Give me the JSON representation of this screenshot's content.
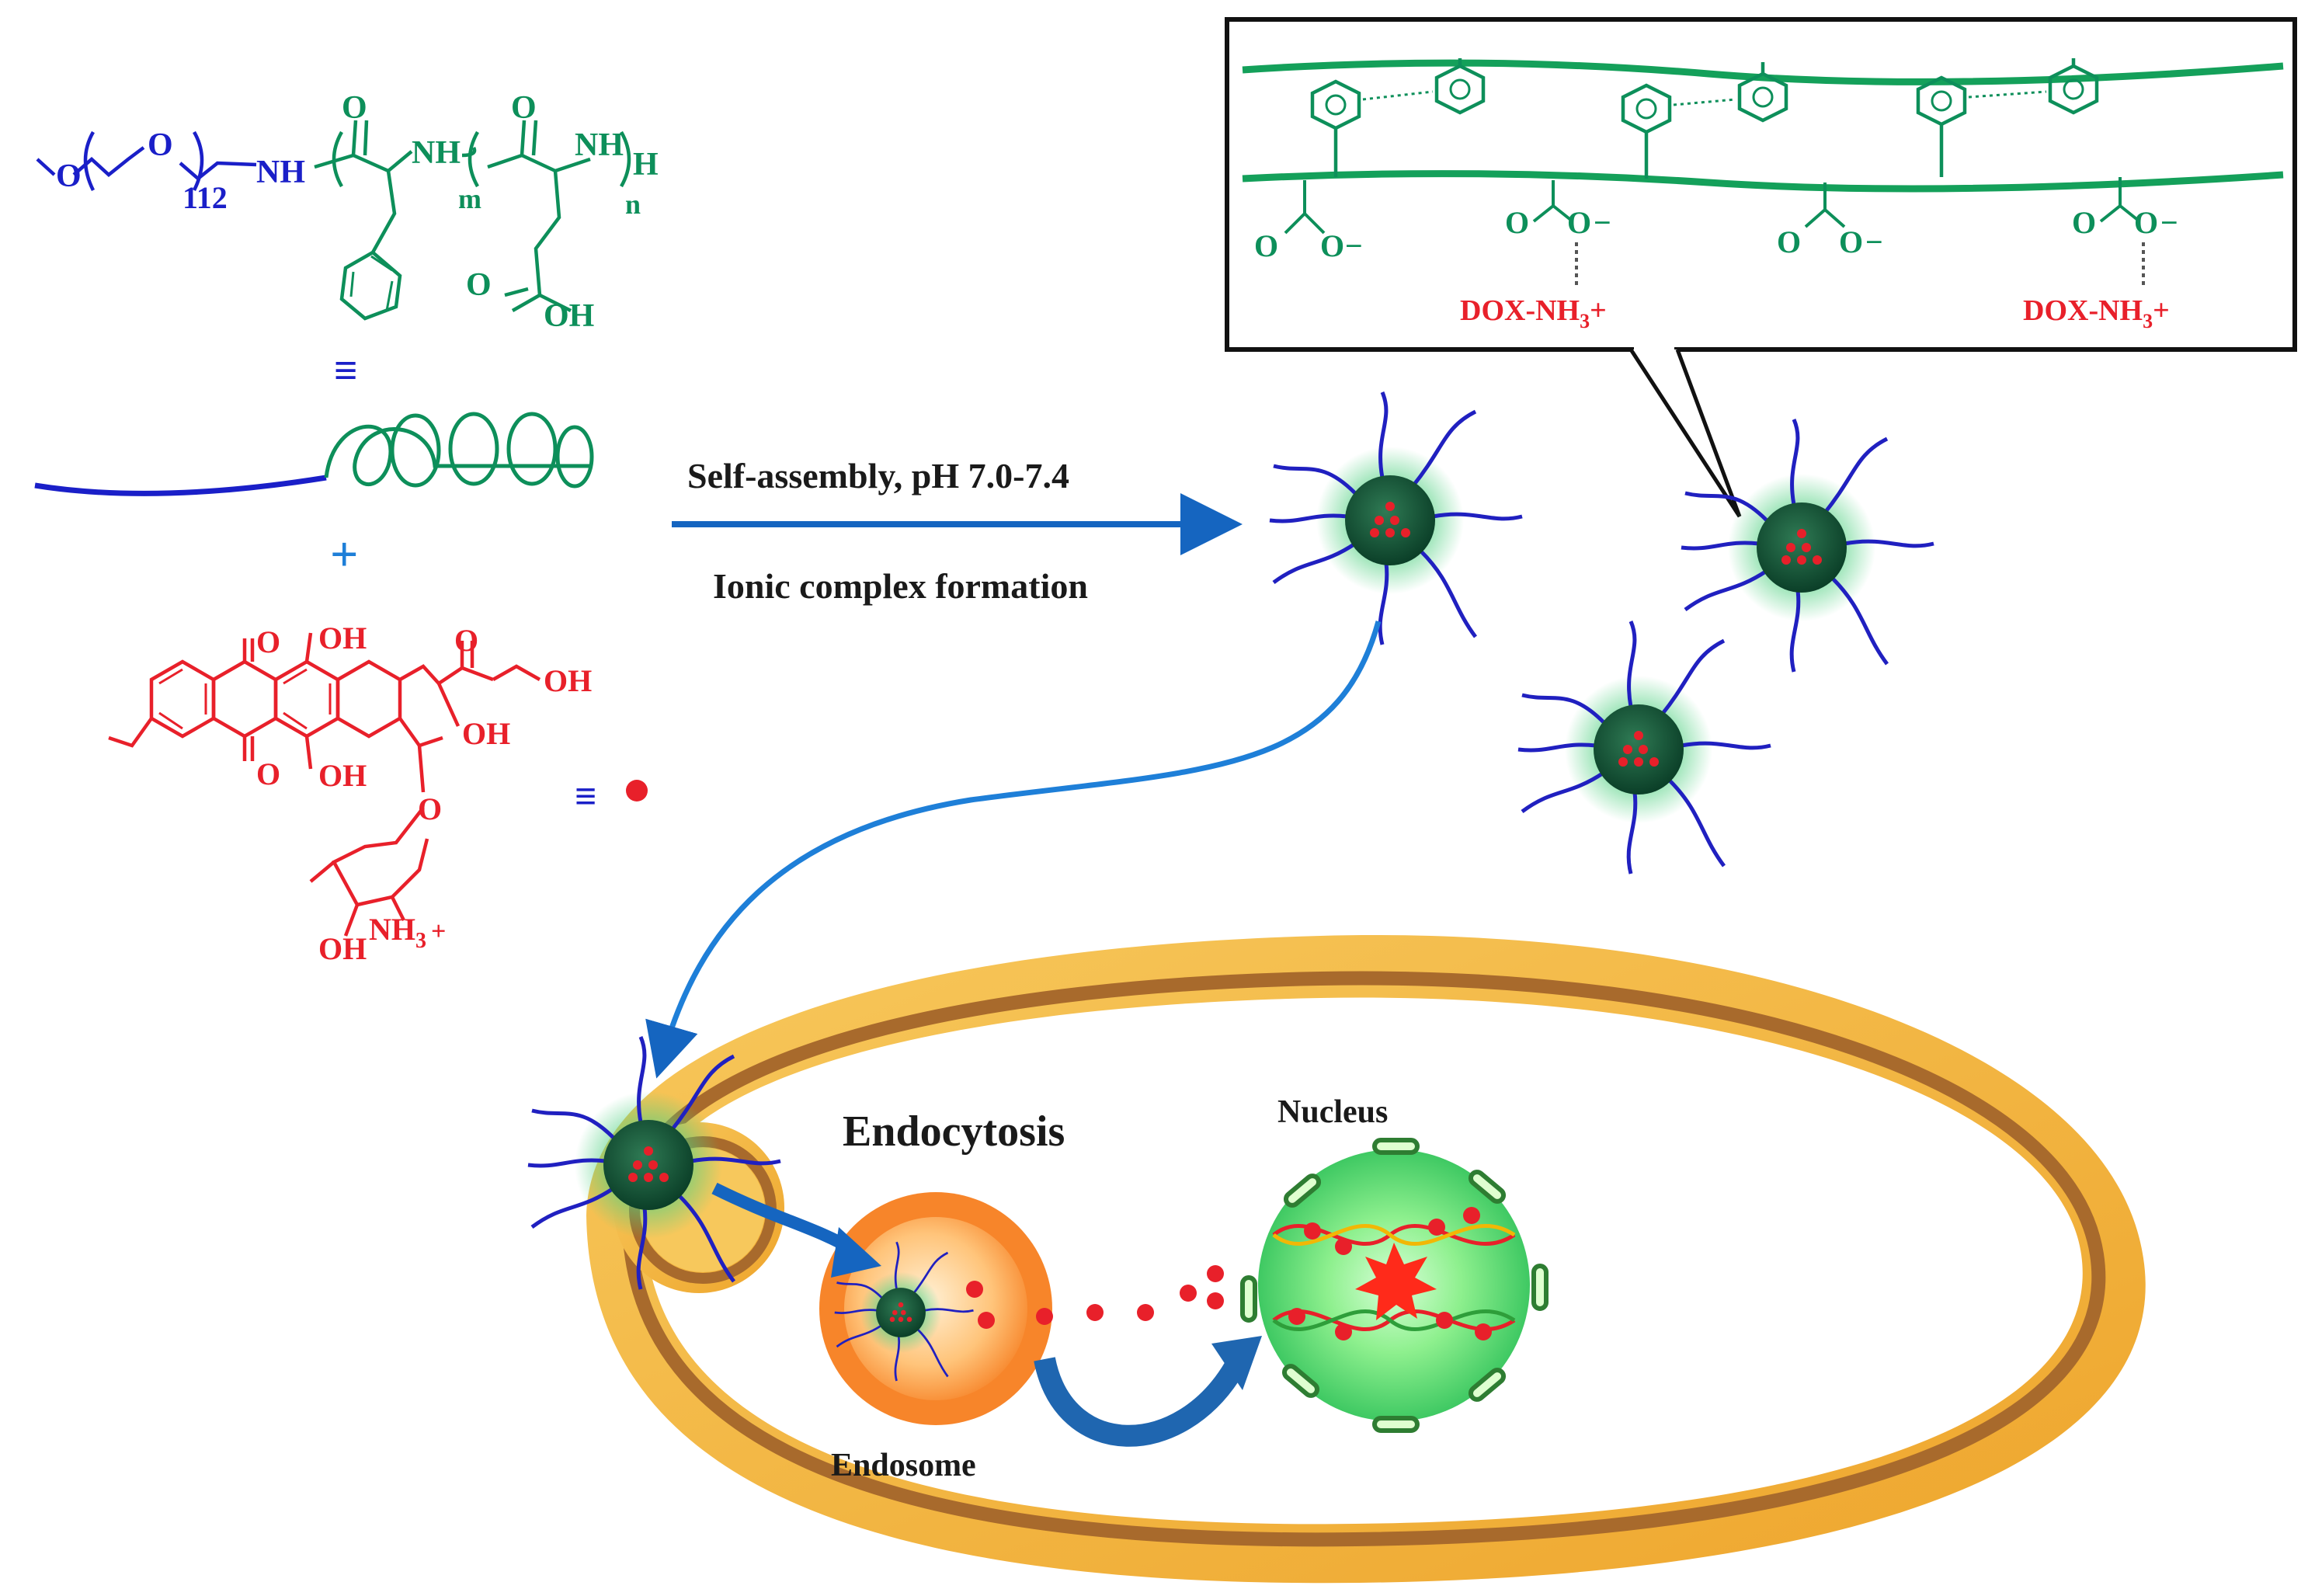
{
  "peg_block": {
    "methoxy_o": "O",
    "chain_o": "O",
    "repeat": "112",
    "nh": "NH"
  },
  "peptide_block": {
    "carbonyl_o1": "O",
    "nh_mid": "NH",
    "m": "m",
    "carbonyl_o2": "O",
    "nh_end": "NH",
    "h_end": "H",
    "n": "n",
    "cooh_o": "O",
    "cooh_oh": "OH",
    "equiv": "≡"
  },
  "plus": "+",
  "dox": {
    "o_top": "O",
    "oh_top": "OH",
    "o_ketone": "O",
    "oh_side": "OH",
    "oh_ring": "OH",
    "o_bottom": "O",
    "oh_bottom": "OH",
    "o_ether": "O",
    "oh_sugar": "OH",
    "nh3": "NH",
    "nh3_sub": "3",
    "nh3_plus": "+",
    "equiv": "≡"
  },
  "arrow": {
    "top_label": "Self-assembly, pH 7.0-7.4",
    "bottom_label": "Ionic complex formation"
  },
  "inset": {
    "carboxylates": [
      {
        "o1": "O",
        "o2": "O",
        "charge": "−"
      },
      {
        "o1": "O",
        "o2": "O",
        "charge": "−"
      },
      {
        "o1": "O",
        "o2": "O",
        "charge": "−"
      },
      {
        "o1": "O",
        "o2": "O",
        "charge": "−"
      }
    ],
    "dox_label_1": "DOX-NH",
    "dox_sub_1": "3",
    "dox_plus_1": "+",
    "dox_label_2": "DOX-NH",
    "dox_sub_2": "3",
    "dox_plus_2": "+"
  },
  "cell": {
    "endocytosis": "Endocytosis",
    "nucleus": "Nucleus",
    "endosome": "Endosome"
  },
  "colors": {
    "peg_blue": "#1a1fc8",
    "peptide_green": "#0d8f5a",
    "dox_red": "#e8202a",
    "arrow_blue": "#1565c0",
    "cell_gold": "#f3b43c",
    "cell_brown": "#a86a2c",
    "micelle_core": "#0f5a3a",
    "nucleus_green": "#5fe07a",
    "endosome_orange": "#f7852a"
  }
}
